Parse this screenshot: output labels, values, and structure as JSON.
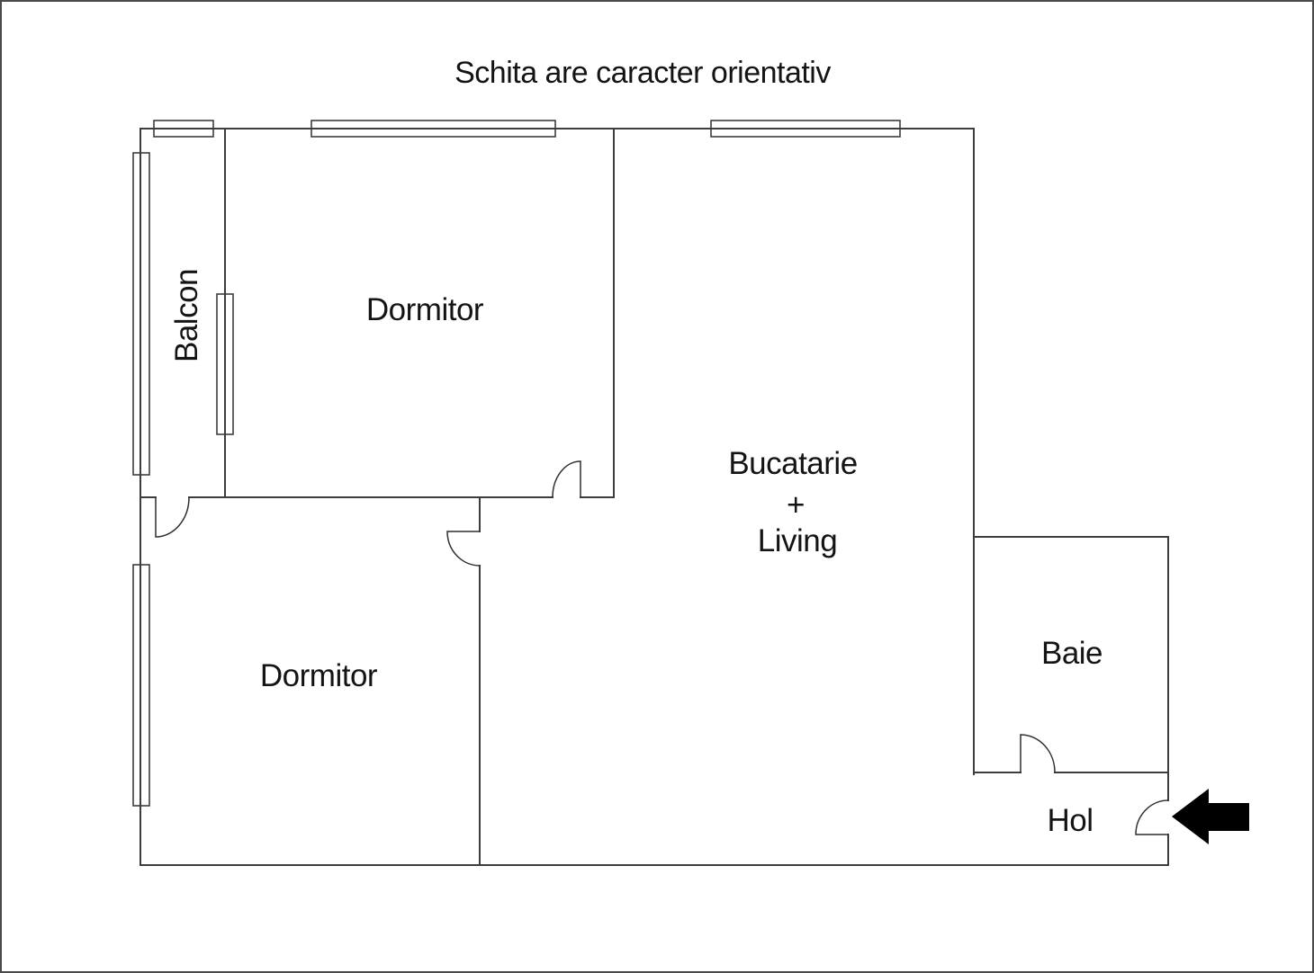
{
  "title": "Schita are caracter orientativ",
  "rooms": {
    "balcon": {
      "label": "Balcon"
    },
    "dormitor_top": {
      "label": "Dormitor"
    },
    "dormitor_bottom": {
      "label": "Dormitor"
    },
    "bucatarie_living": {
      "line1": "Bucatarie",
      "line2": "+",
      "line3": "Living"
    },
    "baie": {
      "label": "Baie"
    },
    "hol": {
      "label": "Hol"
    }
  },
  "entrance": {
    "indicator": "left-arrow"
  },
  "colors": {
    "wall": "#3d3d3d",
    "text": "#141414",
    "arrow": "#000000",
    "background": "#ffffff"
  }
}
